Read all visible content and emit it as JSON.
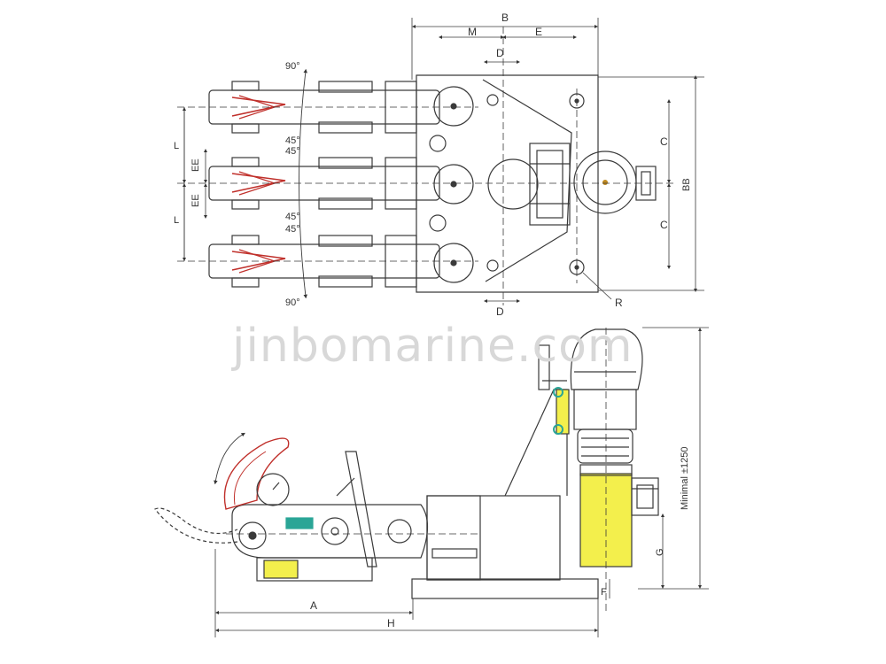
{
  "watermark": "jinbomarine.com",
  "top_view": {
    "dimensions": {
      "b": "B",
      "m": "M",
      "e": "E",
      "d_top": "D",
      "d_bottom": "D",
      "l_upper": "L",
      "l_lower": "L",
      "ee_upper": "EE",
      "ee_lower": "EE",
      "c_upper": "C",
      "c_lower": "C",
      "bb": "BB",
      "r": "R"
    },
    "angles": {
      "deg90_top": "90°",
      "deg45_a": "45°",
      "deg45_b": "45°",
      "deg45_c": "45°",
      "deg45_d": "45°",
      "deg90_bottom": "90°"
    }
  },
  "side_view": {
    "dimensions": {
      "a": "A",
      "h": "H",
      "g": "G",
      "f": "F"
    },
    "height_note": "Minimal ±1250"
  },
  "colors": {
    "line": "#3a3a3a",
    "hook_red": "#c0302b",
    "motor_yellow": "#f3ef4c",
    "teal_plate": "#2aa596",
    "watermark": "#d8d8d8"
  }
}
